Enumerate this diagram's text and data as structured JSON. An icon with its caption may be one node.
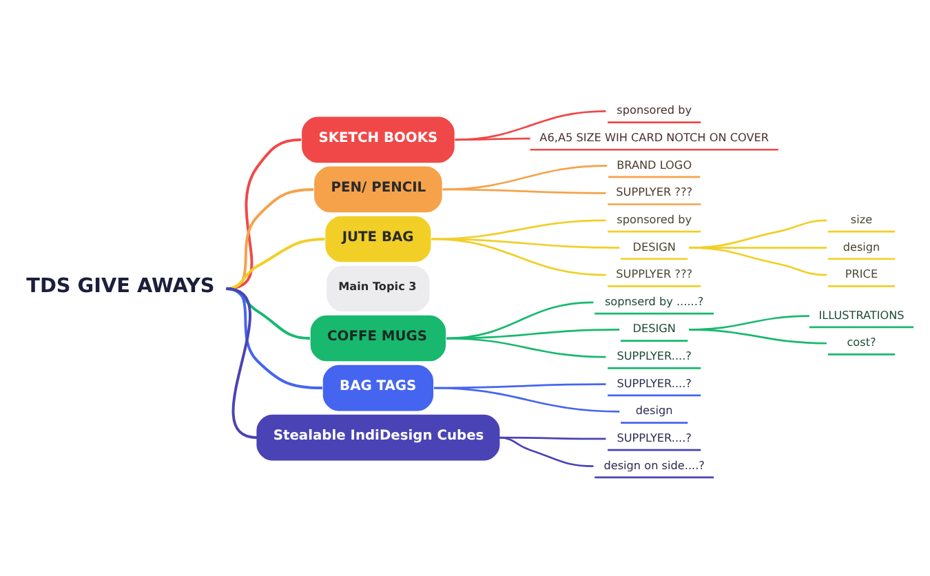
{
  "diagram": {
    "nodes": [
      {
        "text": [
          "TDS GIVE AWAYS"
        ]
      },
      {
        "text": [
          "SKETCH BOOKS"
        ]
      },
      {
        "text": [
          "sponsored by"
        ]
      },
      {
        "text": [
          "A6,A5 SIZE WIH CARD NOTCH ON COVER"
        ]
      },
      {
        "text": [
          "PEN/ PENCIL"
        ]
      },
      {
        "text": [
          "BRAND LOGO"
        ]
      },
      {
        "text": [
          "SUPPLYER ???"
        ]
      },
      {
        "text": [
          "JUTE BAG"
        ]
      },
      {
        "text": [
          "sponsored by"
        ]
      },
      {
        "text": [
          "DESIGN"
        ]
      },
      {
        "text": [
          "size"
        ]
      },
      {
        "text": [
          "design"
        ]
      },
      {
        "text": [
          "PRICE"
        ]
      },
      {
        "text": [
          "SUPPLYER ???"
        ]
      },
      {
        "text": [
          "Main Topic 3"
        ]
      },
      {
        "text": [
          "COFFE MUGS"
        ]
      },
      {
        "text": [
          "sopnserd by ......?"
        ]
      },
      {
        "text": [
          "DESIGN"
        ]
      },
      {
        "text": [
          "ILLUSTRATIONS"
        ]
      },
      {
        "text": [
          "cost?"
        ]
      },
      {
        "text": [
          "SUPPLYER....?"
        ]
      },
      {
        "text": [
          "BAG TAGS"
        ]
      },
      {
        "text": [
          "SUPPLYER....?"
        ]
      },
      {
        "text": [
          "design"
        ]
      },
      {
        "text": [
          "Stealable IndiDesign Cubes"
        ]
      },
      {
        "text": [
          "SUPPLYER....?"
        ]
      },
      {
        "text": [
          "design on side....?"
        ]
      }
    ],
    "edges": [
      {
        "from": 0,
        "to": 1,
        "arrow": "none",
        "color": "#f04848"
      },
      {
        "from": 1,
        "to": 2,
        "arrow": "none",
        "color": "#f04848"
      },
      {
        "from": 1,
        "to": 3,
        "arrow": "none",
        "color": "#f04848"
      },
      {
        "from": 0,
        "to": 4,
        "arrow": "none",
        "color": "#f5a24b"
      },
      {
        "from": 4,
        "to": 5,
        "arrow": "none",
        "color": "#f5a24b"
      },
      {
        "from": 4,
        "to": 6,
        "arrow": "none",
        "color": "#f5a24b"
      },
      {
        "from": 0,
        "to": 7,
        "arrow": "none",
        "color": "#f1cf26"
      },
      {
        "from": 7,
        "to": 8,
        "arrow": "none",
        "color": "#f1cf26"
      },
      {
        "from": 7,
        "to": 9,
        "arrow": "none",
        "color": "#f1cf26"
      },
      {
        "from": 9,
        "to": 10,
        "arrow": "none",
        "color": "#f1cf26"
      },
      {
        "from": 9,
        "to": 11,
        "arrow": "none",
        "color": "#f1cf26"
      },
      {
        "from": 9,
        "to": 12,
        "arrow": "none",
        "color": "#f1cf26"
      },
      {
        "from": 7,
        "to": 13,
        "arrow": "none",
        "color": "#f1cf26"
      },
      {
        "from": 0,
        "to": 15,
        "arrow": "none",
        "color": "#18b86f"
      },
      {
        "from": 15,
        "to": 16,
        "arrow": "none",
        "color": "#18b86f"
      },
      {
        "from": 15,
        "to": 17,
        "arrow": "none",
        "color": "#18b86f"
      },
      {
        "from": 17,
        "to": 18,
        "arrow": "none",
        "color": "#18b86f"
      },
      {
        "from": 17,
        "to": 19,
        "arrow": "none",
        "color": "#18b86f"
      },
      {
        "from": 15,
        "to": 20,
        "arrow": "none",
        "color": "#18b86f"
      },
      {
        "from": 0,
        "to": 21,
        "arrow": "none",
        "color": "#4565f0"
      },
      {
        "from": 21,
        "to": 22,
        "arrow": "none",
        "color": "#4565f0"
      },
      {
        "from": 21,
        "to": 23,
        "arrow": "none",
        "color": "#4565f0"
      },
      {
        "from": 0,
        "to": 24,
        "arrow": "none",
        "color": "#4a43b5"
      },
      {
        "from": 24,
        "to": 25,
        "arrow": "none",
        "color": "#4a43b5"
      },
      {
        "from": 24,
        "to": 26,
        "arrow": "none",
        "color": "#4a43b5"
      }
    ]
  }
}
